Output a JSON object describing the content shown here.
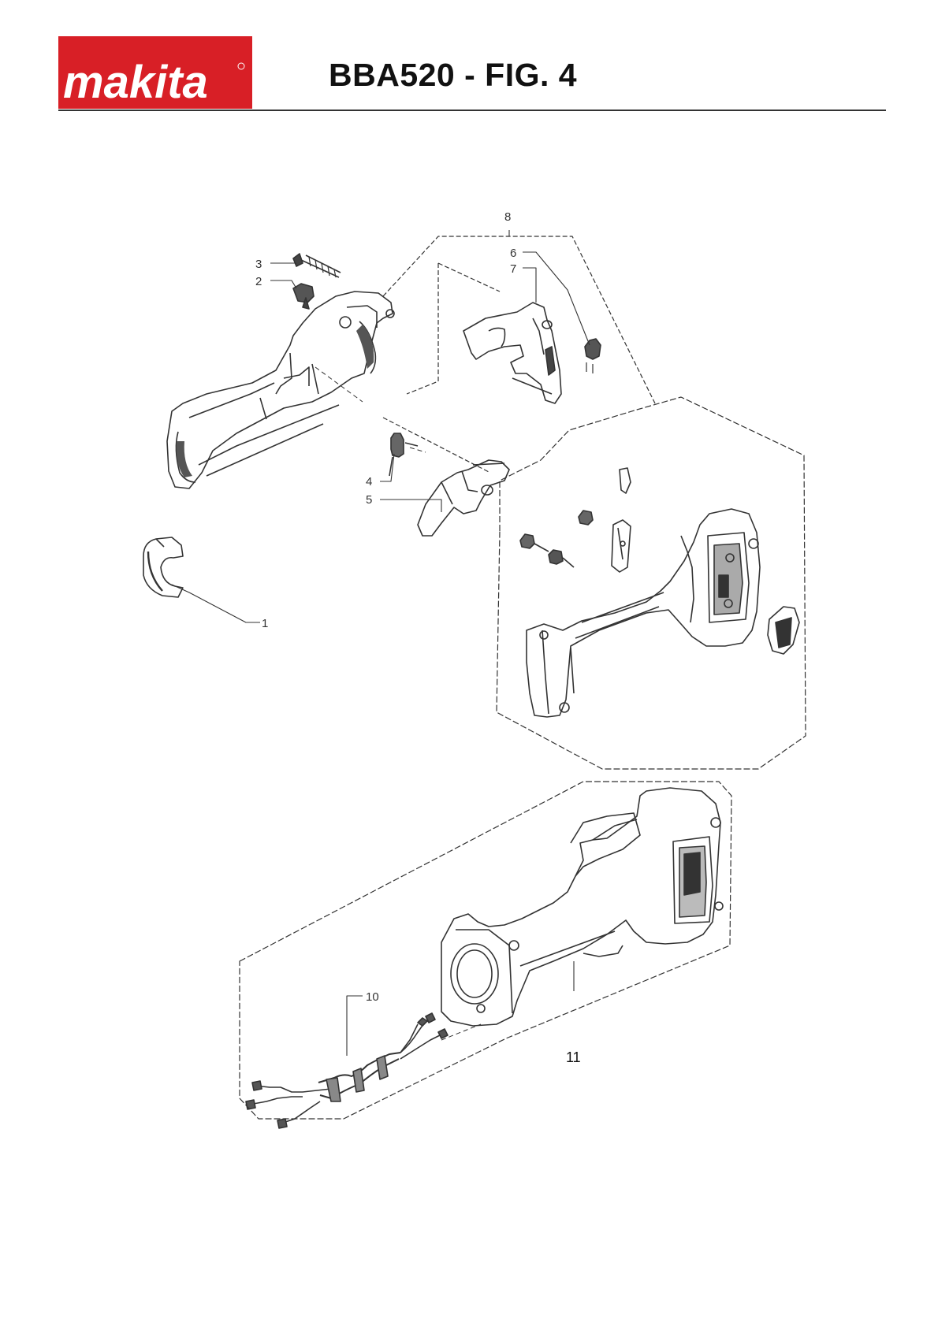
{
  "header": {
    "brand": "makita",
    "title": "BBA520 - FIG. 4"
  },
  "colors": {
    "brand_red": "#d81f26",
    "line": "#333333"
  },
  "callouts": {
    "c1": "1",
    "c2": "2",
    "c3": "3",
    "c4": "4",
    "c5": "5",
    "c6": "6",
    "c7": "7",
    "c8": "8",
    "c10": "10",
    "c11": "11"
  }
}
